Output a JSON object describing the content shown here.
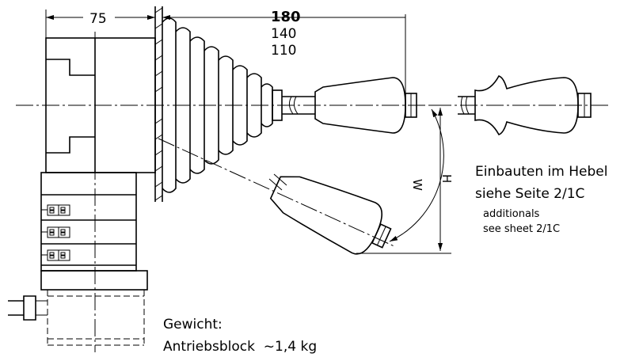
{
  "dimensions": {
    "width_75": "75",
    "length_180": "180",
    "length_140": "140",
    "length_110": "110",
    "angle_w": "W",
    "height_h": "H"
  },
  "notes": {
    "installation_de_1": "Einbauten im Hebel",
    "installation_de_2": "siehe Seite 2/1C",
    "installation_en_1": "additionals",
    "installation_en_2": "see sheet 2/1C",
    "weight_label": "Gewicht:",
    "weight_value": "Antriebsblock  ~1,4 kg"
  }
}
